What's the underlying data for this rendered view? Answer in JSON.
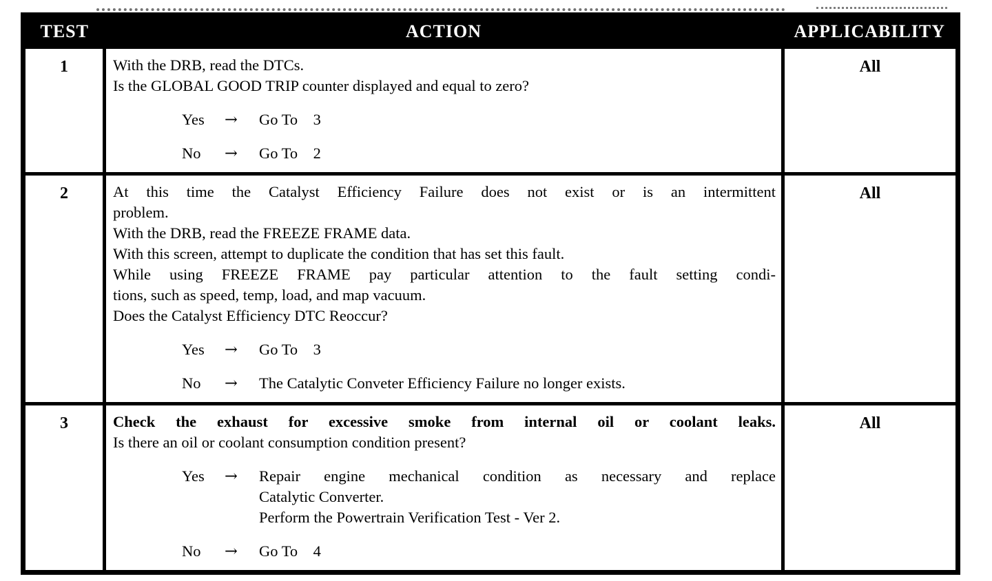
{
  "colors": {
    "page_bg": "#ffffff",
    "header_bg": "#000000",
    "header_text": "#ffffff",
    "body_text": "#000000"
  },
  "table": {
    "arrow_glyph": "→",
    "columns": [
      "TEST",
      "ACTION",
      "APPLICABILITY"
    ],
    "rows": [
      {
        "test": "1",
        "applicability": "All",
        "lines": [
          {
            "text": "With the DRB, read the DTCs."
          },
          {
            "text": "Is the GLOBAL GOOD TRIP counter displayed and equal to zero?"
          }
        ],
        "branches": [
          {
            "answer": "Yes",
            "result_lines": [
              {
                "text": "Go To 3"
              }
            ]
          },
          {
            "answer": "No",
            "result_lines": [
              {
                "text": "Go To 2"
              }
            ]
          }
        ]
      },
      {
        "test": "2",
        "applicability": "All",
        "lines": [
          {
            "text": "At this time the Catalyst Efficiency Failure does not exist or is an intermittent",
            "fill": true
          },
          {
            "text": "problem."
          },
          {
            "text": "With the DRB, read the FREEZE FRAME data."
          },
          {
            "text": "With this screen, attempt to duplicate the condition that has set this fault."
          },
          {
            "text": "While using FREEZE FRAME pay particular attention to the fault setting condi-",
            "fill": true
          },
          {
            "text": "tions, such as speed, temp, load, and map vacuum."
          },
          {
            "text": "Does the Catalyst Efficiency DTC Reoccur?"
          }
        ],
        "branches": [
          {
            "answer": "Yes",
            "result_lines": [
              {
                "text": "Go To 3"
              }
            ]
          },
          {
            "answer": "No",
            "result_lines": [
              {
                "text": "The Catalytic Conveter Efficiency Failure no longer exists."
              }
            ]
          }
        ]
      },
      {
        "test": "3",
        "applicability": "All",
        "lines": [
          {
            "text": "Check the exhaust for excessive smoke from internal oil or coolant leaks.",
            "bold": true,
            "fill": true
          },
          {
            "text": "Is there an oil or coolant consumption condition present?"
          }
        ],
        "branches": [
          {
            "answer": "Yes",
            "result_lines": [
              {
                "text": "Repair engine mechanical condition as necessary and replace",
                "fill": true
              },
              {
                "text": "Catalytic Converter."
              },
              {
                "text": "Perform the Powertrain Verification Test - Ver 2."
              }
            ]
          },
          {
            "answer": "No",
            "result_lines": [
              {
                "text": "Go To 4"
              }
            ]
          }
        ]
      }
    ]
  }
}
